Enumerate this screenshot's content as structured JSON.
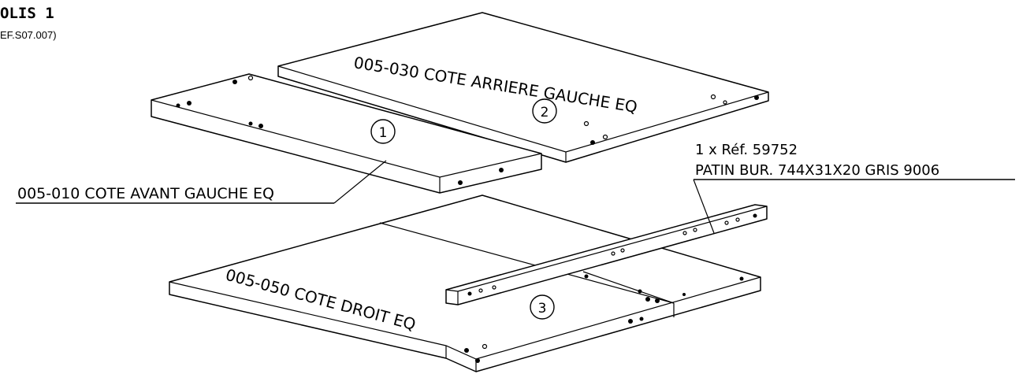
{
  "header": {
    "title": "OLIS 1",
    "ref": "EF.S07.007)"
  },
  "parts": [
    {
      "id": "front",
      "label": "005-010 COTE AVANT GAUCHE EQ",
      "balloon": "1"
    },
    {
      "id": "rear",
      "label": "005-030 COTE ARRIERE GAUCHE EQ",
      "balloon": "2"
    },
    {
      "id": "right",
      "label": "005-050 COTE DROIT EQ",
      "balloon": "3"
    }
  ],
  "hardware": {
    "line1": "1 x Réf. 59752",
    "line2": "PATIN BUR. 744X31X20 GRIS 9006"
  }
}
